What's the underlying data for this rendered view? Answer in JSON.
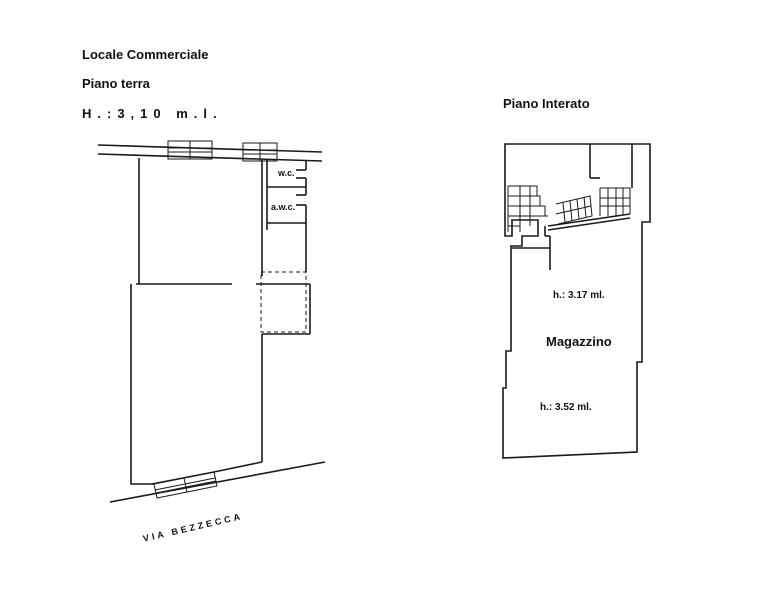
{
  "ground_floor": {
    "title": "Locale Commerciale",
    "subtitle": "Piano terra",
    "height": "H.:3,10 m.l.",
    "rooms": {
      "wc": "w.c.",
      "awc": "a.w.c."
    },
    "street": "VIA   BEZZECCA"
  },
  "basement": {
    "title": "Piano Interato",
    "room": "Magazzino",
    "height_upper": "h.: 3.17 ml.",
    "height_lower": "h.: 3.52 ml."
  }
}
